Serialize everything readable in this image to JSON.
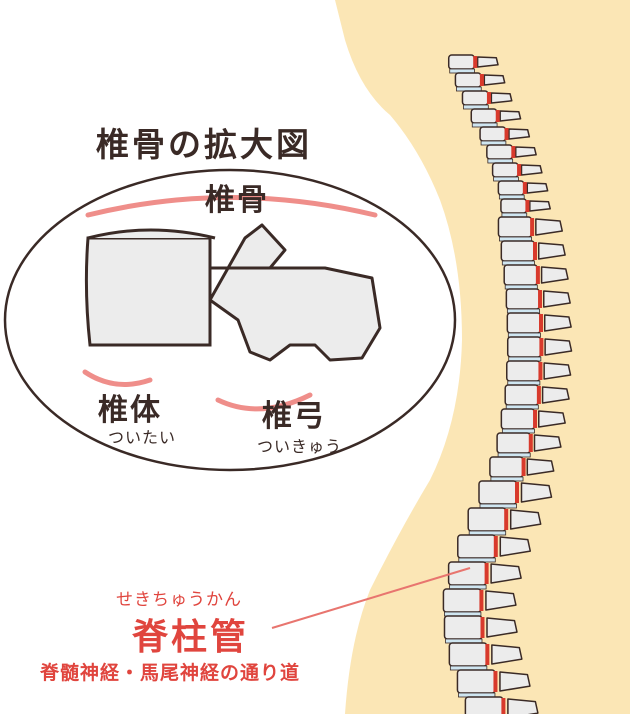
{
  "diagram": {
    "title": "椎骨の拡大図",
    "vertebra_label": "椎骨",
    "body_label": "椎体",
    "body_reading": "ついたい",
    "arch_label": "椎弓",
    "arch_reading": "ついきゅう",
    "canal_reading": "せきちゅうかん",
    "canal_label": "脊柱管",
    "canal_description": "脊髄神経・馬尾神経の通り道"
  },
  "colors": {
    "skin": "#fbe6b5",
    "outline": "#3a2a26",
    "bone": "#ececec",
    "disc": "#cfe6f1",
    "cord": "#d83a2c",
    "accent": "#e0453e",
    "pink": "#ef8e8a"
  }
}
